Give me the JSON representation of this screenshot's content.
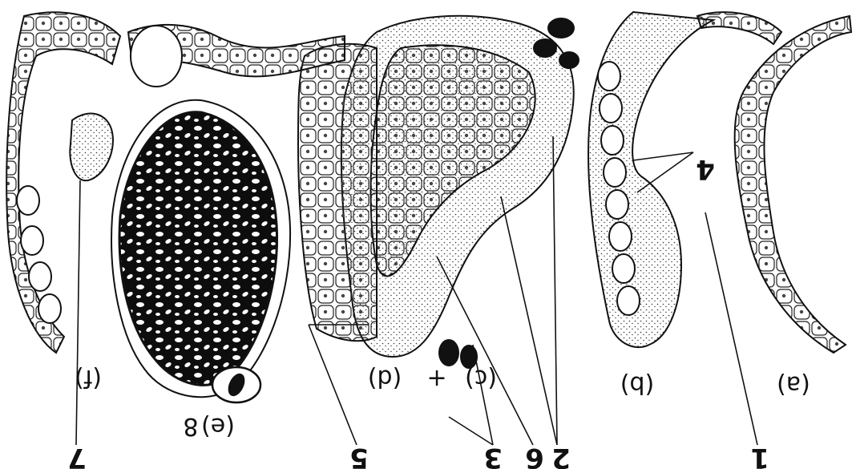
{
  "figure": {
    "panel_labels": {
      "a": "(a)",
      "b": "(b)",
      "c": "(c)",
      "plus": "+",
      "d": "(d)",
      "e": "(e)",
      "e_number": "8",
      "f": "(f)"
    },
    "numbers": {
      "n1": "1",
      "n2": "2",
      "n3": "3",
      "n4": "4",
      "n5": "5",
      "n6": "6",
      "n7": "7"
    },
    "style": {
      "ink": "#111111",
      "stipple": "#3a3a3a",
      "paper": "#ffffff"
    }
  }
}
